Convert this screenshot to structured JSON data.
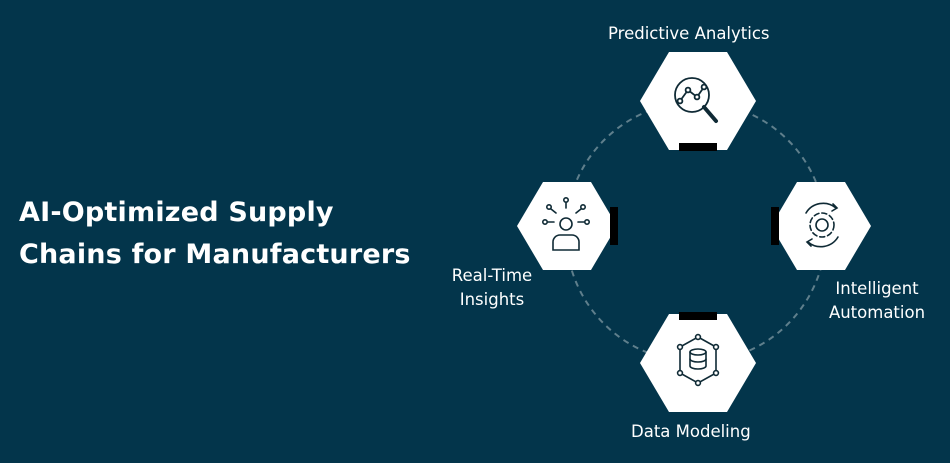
{
  "title": {
    "line1": "AI-Optimized Supply",
    "line2": "Chains for Manufacturers"
  },
  "nodes": [
    {
      "id": "top",
      "label": "Predictive Analytics",
      "icon": "analytics-magnifier-icon"
    },
    {
      "id": "right",
      "label_line1": "Intelligent",
      "label_line2": "Automation",
      "icon": "gear-cycle-icon"
    },
    {
      "id": "bottom",
      "label": "Data Modeling",
      "icon": "database-network-icon"
    },
    {
      "id": "left",
      "label_line1": "Real-Time",
      "label_line2": "Insights",
      "icon": "person-network-icon"
    }
  ],
  "colors": {
    "background": "#03354b",
    "hexagon": "#ffffff",
    "connector": "#5f7f8c",
    "icon": "#0f2a35",
    "tab": "#000000"
  }
}
